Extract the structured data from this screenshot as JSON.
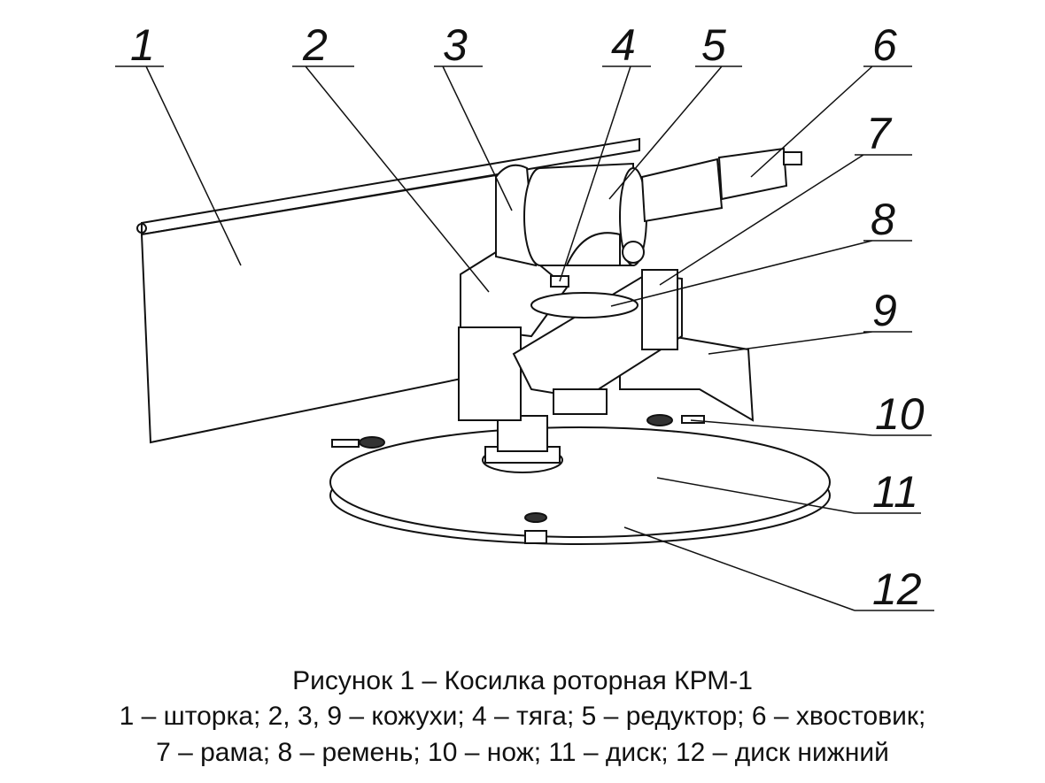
{
  "figure": {
    "callouts": [
      "1",
      "2",
      "3",
      "4",
      "5",
      "6",
      "7",
      "8",
      "9",
      "10",
      "11",
      "12"
    ]
  },
  "caption": {
    "title": "Рисунок 1 – Косилка роторная КРМ-1",
    "legend_line1": "1 – шторка; 2, 3, 9 – кожухи; 4 – тяга; 5 – редуктор; 6 – хвостовик;",
    "legend_line2": "7 – рама; 8 – ремень; 10 – нож; 11 – диск; 12 – диск нижний"
  }
}
